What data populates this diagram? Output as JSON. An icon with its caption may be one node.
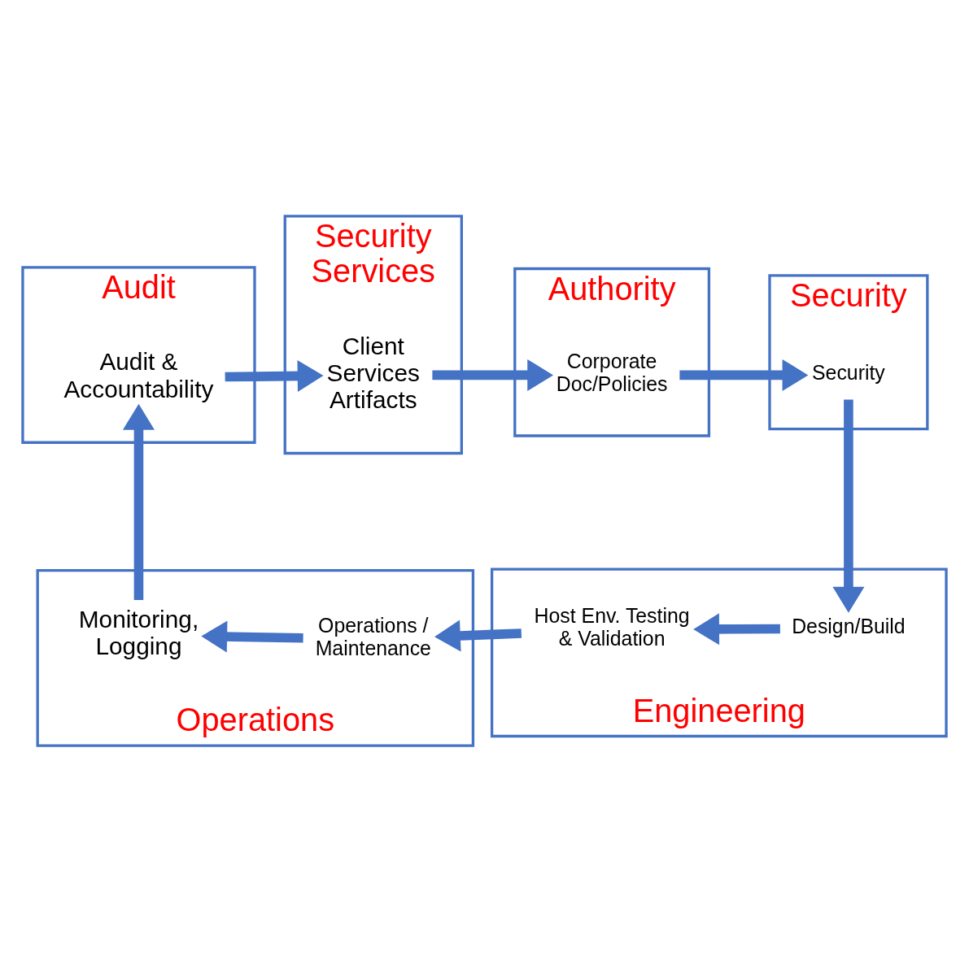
{
  "diagram": {
    "nodes": [
      {
        "text": [
          "Security Services"
        ]
      },
      {
        "text": [
          "Client Services Artifacts"
        ],
        "in": 0
      },
      {
        "text": [
          "Authority"
        ]
      },
      {
        "text": [
          "Corporate Doc/Policies"
        ],
        "in": 2
      },
      {
        "text": [
          "Security"
        ]
      },
      {
        "text": [
          "Security"
        ],
        "in": 4
      },
      {
        "text": [
          "Engineering"
        ]
      },
      {
        "text": [
          "Design/Build"
        ],
        "in": 6
      },
      {
        "text": [
          "Host Env. Testing & Validation"
        ],
        "in": 6
      },
      {
        "text": [
          "Operations"
        ]
      },
      {
        "text": [
          "Operations / Maintenance"
        ],
        "in": 9
      },
      {
        "text": [
          "Monitoring, Logging"
        ],
        "in": 9
      },
      {
        "text": [
          "Audit"
        ]
      },
      {
        "text": [
          "Audit & Accountability"
        ],
        "in": 12
      }
    ],
    "edges": [
      {
        "from": 1,
        "to": 3,
        "arrow": "to"
      },
      {
        "from": 3,
        "to": 5,
        "arrow": "to"
      },
      {
        "from": 5,
        "to": 7,
        "arrow": "to"
      },
      {
        "from": 7,
        "to": 8,
        "arrow": "to"
      },
      {
        "from": 8,
        "to": 10,
        "arrow": "to"
      },
      {
        "from": 10,
        "to": 11,
        "arrow": "to"
      },
      {
        "from": 11,
        "to": 13,
        "arrow": "to"
      },
      {
        "from": 13,
        "to": 1,
        "arrow": "to"
      }
    ]
  }
}
